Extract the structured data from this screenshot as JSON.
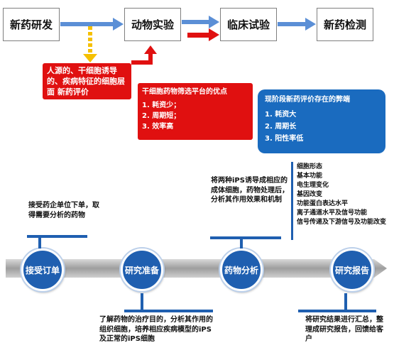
{
  "stages": [
    "新药研发",
    "动物实验",
    "临床试验",
    "新药检测"
  ],
  "red_note": "人源的、干细胞诱导的、疾病特征的细胞层面 新药评价",
  "platform_box": {
    "title": "干细胞药物筛选平台的优点",
    "items": [
      "1. 耗资少；",
      "2. 周期短；",
      "3. 效率高"
    ]
  },
  "drawback_box": {
    "title": "现阶段新药评价存在的弊端",
    "items": [
      "1. 耗资大",
      "2. 周期长",
      "3. 阳性率低"
    ]
  },
  "process": {
    "steps": [
      "接受订单",
      "研究准备",
      "药物分析",
      "研究报告"
    ],
    "desc_order": "接受药企单位下单，取得需要分析的药物",
    "desc_prepare": "了解药物的治疗目的，分析其作用的组织细胞，培养相应疾病模型的iPS及正常的iPS细胞",
    "desc_analysis": "将两种iPS诱导成相应的成体细胞，药物处理后，分析其作用效果和机制",
    "desc_report": "将研究结果进行汇总，整理成研究报告，回馈给客户",
    "analysis_items": [
      "细胞形态",
      "基本功能",
      "电生理变化",
      "基因改变",
      "功能蛋白表达水平",
      "离子通道水平及信号功能",
      "信号传递及下游信号及功能改变"
    ]
  },
  "colors": {
    "red": "#e01010",
    "blue": "#1f5fb0",
    "arrow_blue": "#5b8fd6",
    "yellow": "#f5c000"
  }
}
